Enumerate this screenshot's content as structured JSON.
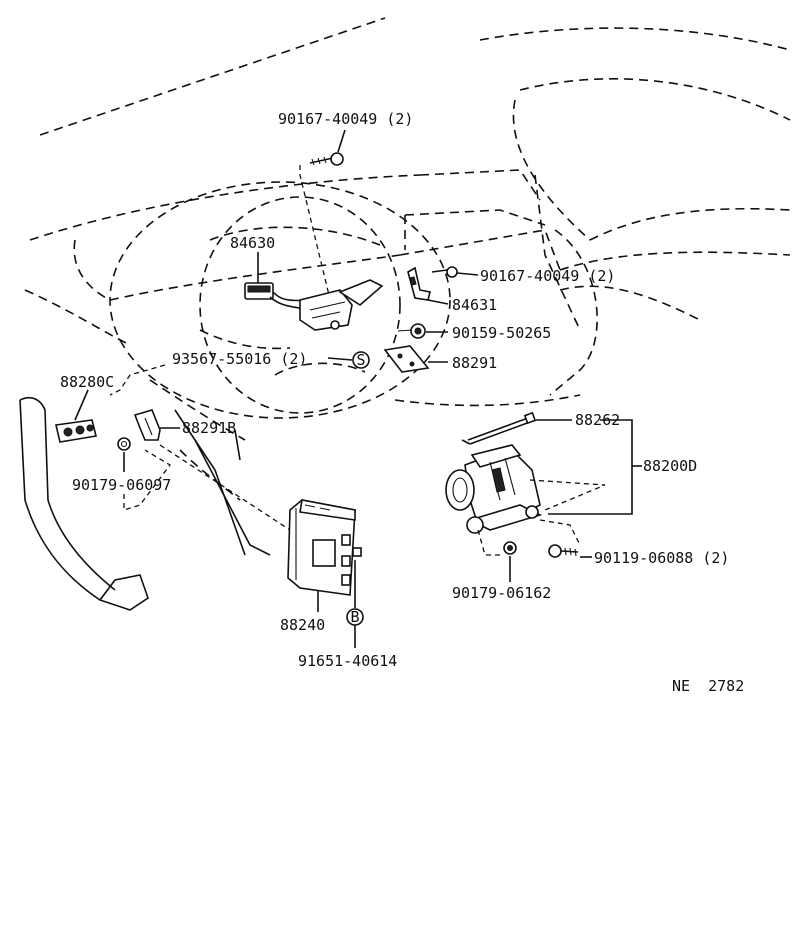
{
  "diagram": {
    "catalog_code": "NE  2782",
    "callouts": {
      "bolt_top": "90167-40049 (2)",
      "switch_84630": "84630",
      "bolt_right_1": "90167-40049 (2)",
      "bracket_84631": "84631",
      "nut_right": "90159-50265",
      "screw_93567": "93567-55016 (2)",
      "bracket_88291": "88291",
      "sensor_88280c": "88280C",
      "bracket_88291b": "88291B",
      "nut_left": "90179-06097",
      "cable_88262": "88262",
      "actuator_88200d": "88200D",
      "bolt_right_2": "90119-06088 (2)",
      "nut_bottom": "90179-06162",
      "computer_88240": "88240",
      "bolt_bottom": "91651-40614"
    },
    "symbols": {
      "s_mark": "S",
      "b_mark": "B"
    }
  }
}
